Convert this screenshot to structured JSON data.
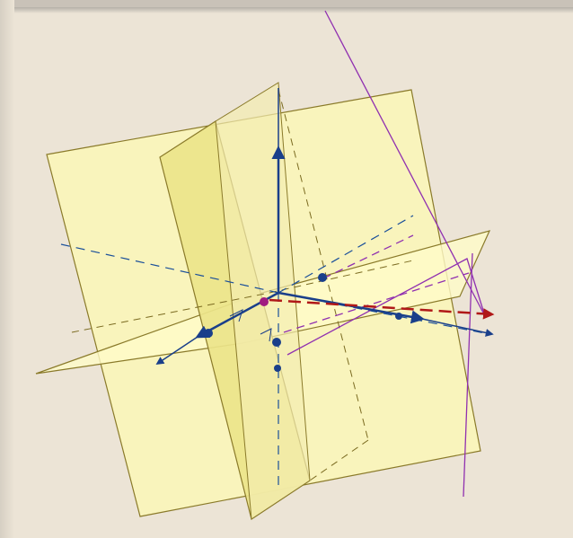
{
  "view": {
    "background": "#ece4d6",
    "frame_color": "#c9c2b8"
  },
  "colors": {
    "plane_fill": "#fbf6b8",
    "plane_fill_shaded": "#ece48a",
    "plane_edge": "#8a7a2a",
    "axis_blue": "#1a3f8a",
    "vector_red": "#b01818",
    "trace_purple": "#9030b0",
    "point_purple": "#a01c80"
  },
  "scene": {
    "planes": [
      "vertical-plane-front",
      "vertical-plane-side",
      "horizontal-plane"
    ],
    "axes": [
      "vertical-axis",
      "horizontal-axis",
      "depth-axis"
    ],
    "vectors": [
      "red-direction-vector"
    ],
    "traces": [
      "purple-trace-line"
    ]
  }
}
